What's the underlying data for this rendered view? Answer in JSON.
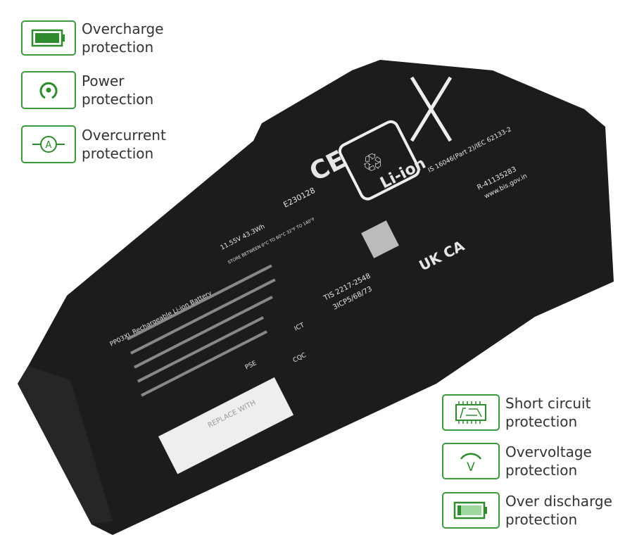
{
  "features_left": [
    {
      "icon": "battery-full-icon",
      "line1": "Overcharge",
      "line2": "protection"
    },
    {
      "icon": "power-icon",
      "line1": "Power",
      "line2": "protection"
    },
    {
      "icon": "ammeter-icon",
      "line1": "Overcurrent",
      "line2": "protection"
    }
  ],
  "features_right": [
    {
      "icon": "circuit-board-icon",
      "line1": "Short circuit",
      "line2": "protection"
    },
    {
      "icon": "voltmeter-icon",
      "line1": "Overvoltage",
      "line2": "protection"
    },
    {
      "icon": "battery-low-icon",
      "line1": "Over discharge",
      "line2": "protection"
    }
  ],
  "battery_label": {
    "model": "PP03XL",
    "type": "Rechargeable Li-ion Battery",
    "rating": "11.55V 43.3Wh",
    "store": "STORE BETWEEN 0°C TO 60°C 32°F TO 140°F",
    "ul": "E230128",
    "li_ion": "Li-ion",
    "bis_std": "IS 16046(Part 2)/IEC 62133-2",
    "bis_reg": "R-41135283",
    "bis_web": "www.bis.gov.in",
    "ukca": "UK CA",
    "tis": "TIS 2217-2548",
    "cell": "3ICP5/68/73",
    "replace": "REPLACE WITH",
    "ict": "ICT",
    "cqc": "CQC",
    "pse": "PSE"
  },
  "colors": {
    "accent": "#3b9a3b",
    "battery": "#1c1c1c"
  }
}
